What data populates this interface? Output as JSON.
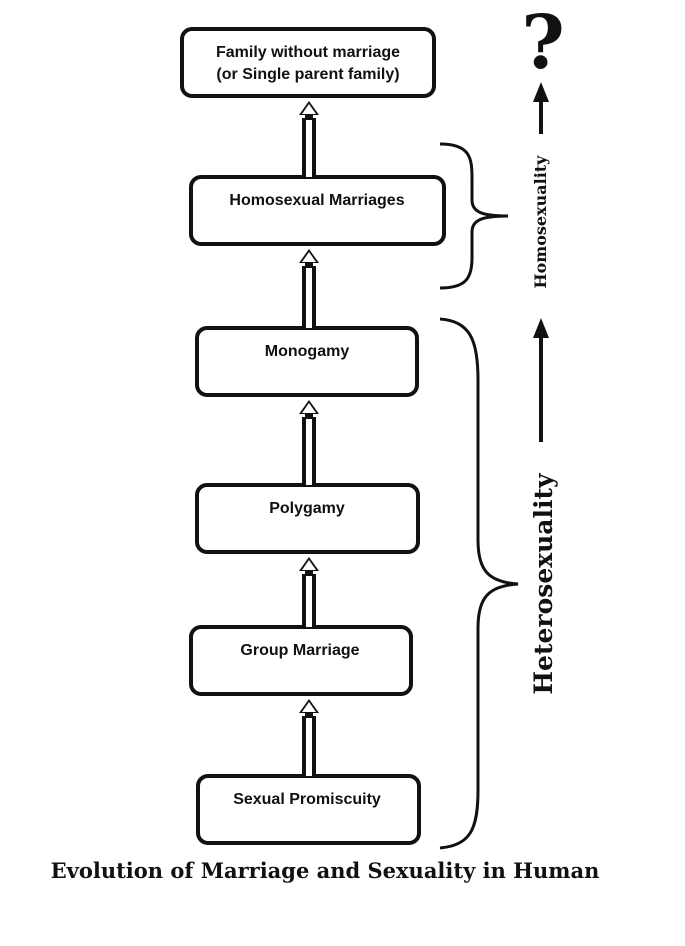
{
  "boxes": [
    {
      "id": "family-without-marriage",
      "lines": [
        "Family without marriage",
        "(or Single parent family)"
      ]
    },
    {
      "id": "homosexual-marriages",
      "lines": [
        "Homosexual Marriages"
      ]
    },
    {
      "id": "monogamy",
      "lines": [
        "Monogamy"
      ]
    },
    {
      "id": "polygamy",
      "lines": [
        "Polygamy"
      ]
    },
    {
      "id": "group-marriage",
      "lines": [
        "Group Marriage"
      ]
    },
    {
      "id": "sexual-promiscuity",
      "lines": [
        "Sexual Promiscuity"
      ]
    }
  ],
  "side_labels": {
    "homosexuality": "Homosexuality",
    "heterosexuality": "Heterosexuality"
  },
  "question_mark": "?",
  "caption": "Evolution of Marriage and Sexuality in Human",
  "colors": {
    "ink": "#111111",
    "background": "#ffffff"
  }
}
